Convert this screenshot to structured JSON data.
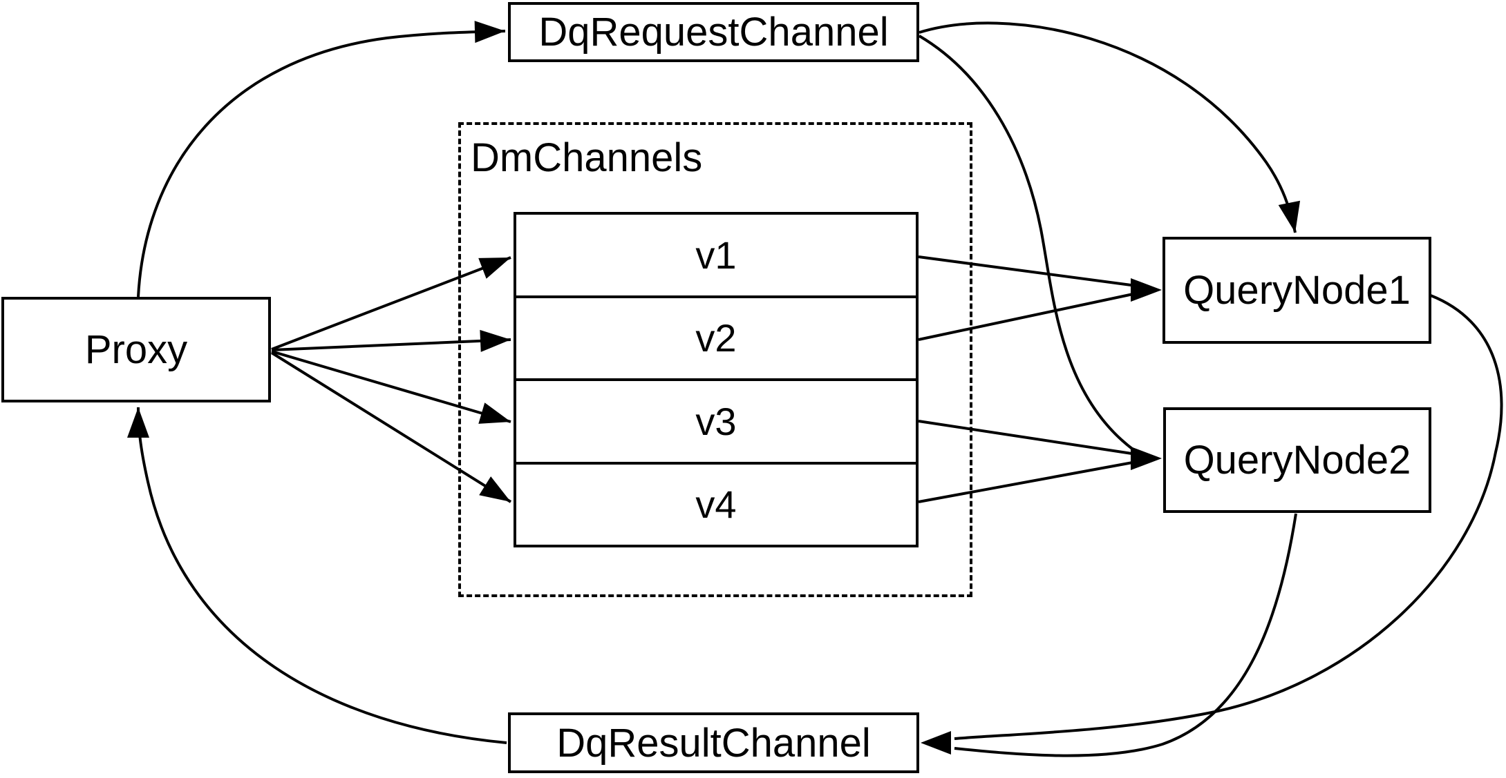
{
  "diagram": {
    "type": "flow-diagram",
    "colors": {
      "stroke": "#000000",
      "background": "#ffffff"
    },
    "nodes": {
      "proxy": {
        "label": "Proxy"
      },
      "dq_request_channel": {
        "label": "DqRequestChannel"
      },
      "dm_channels": {
        "label": "DmChannels",
        "channels": [
          "v1",
          "v2",
          "v3",
          "v4"
        ]
      },
      "query_node_1": {
        "label": "QueryNode1"
      },
      "query_node_2": {
        "label": "QueryNode2"
      },
      "dq_result_channel": {
        "label": "DqResultChannel"
      }
    },
    "edges": [
      {
        "from": "Proxy",
        "to": "DqRequestChannel"
      },
      {
        "from": "DqRequestChannel",
        "to": "QueryNode1"
      },
      {
        "from": "DqRequestChannel",
        "to": "QueryNode2"
      },
      {
        "from": "Proxy",
        "to": "v1"
      },
      {
        "from": "Proxy",
        "to": "v2"
      },
      {
        "from": "Proxy",
        "to": "v3"
      },
      {
        "from": "Proxy",
        "to": "v4"
      },
      {
        "from": "v1",
        "to": "QueryNode1"
      },
      {
        "from": "v2",
        "to": "QueryNode1"
      },
      {
        "from": "v3",
        "to": "QueryNode2"
      },
      {
        "from": "v4",
        "to": "QueryNode2"
      },
      {
        "from": "QueryNode1",
        "to": "DqResultChannel"
      },
      {
        "from": "QueryNode2",
        "to": "DqResultChannel"
      },
      {
        "from": "DqResultChannel",
        "to": "Proxy"
      }
    ]
  }
}
